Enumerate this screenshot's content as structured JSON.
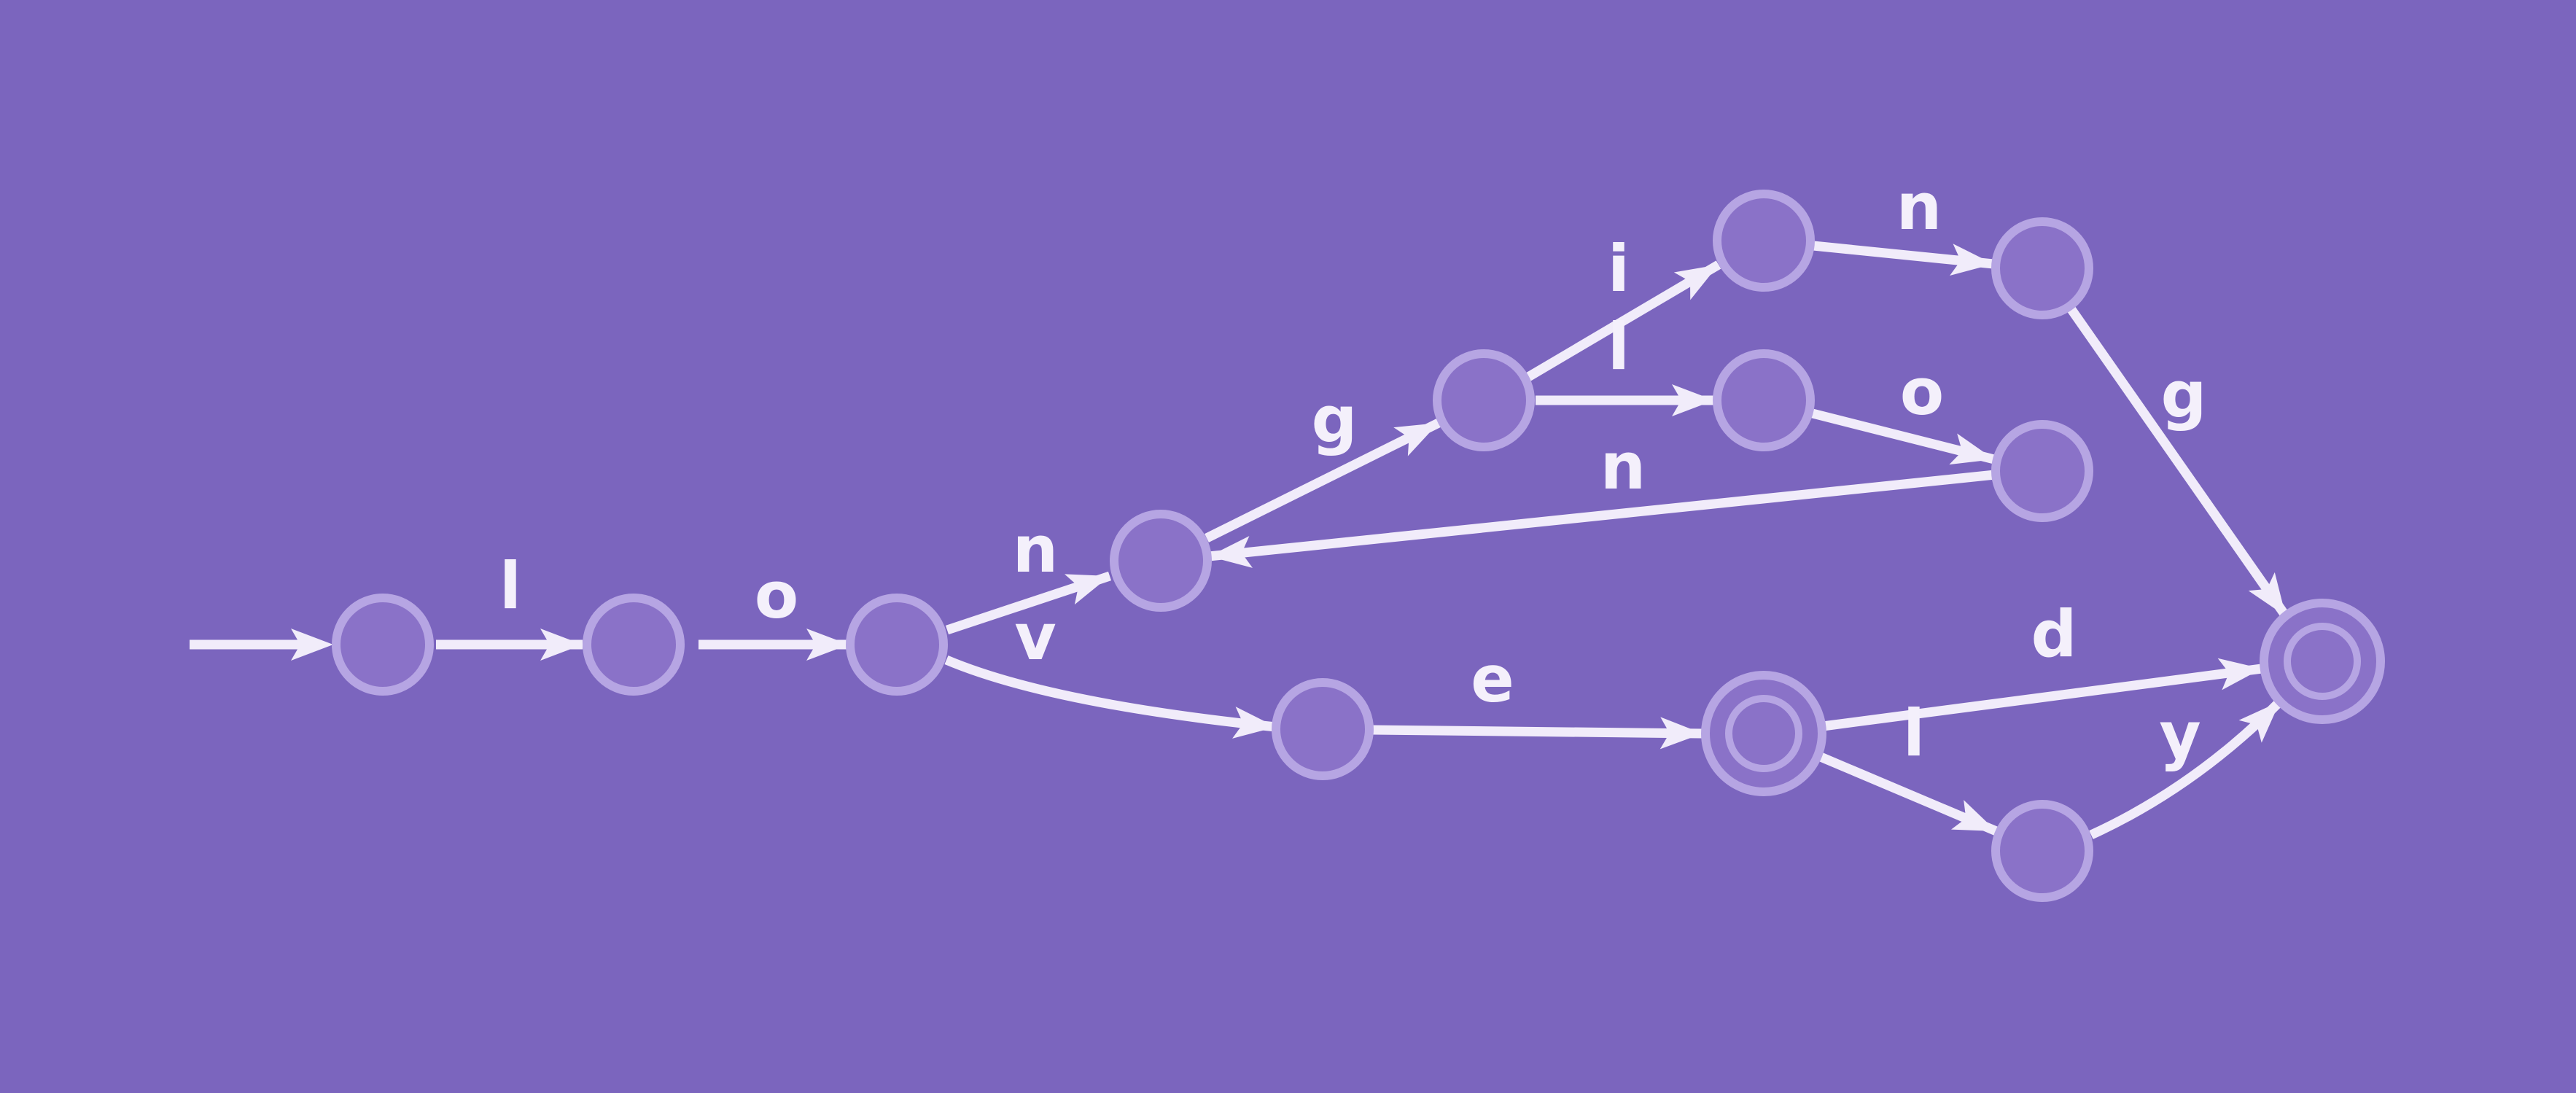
{
  "colors": {
    "background": "#7b65be",
    "edge": "#f1ecfa",
    "state_fill": "#8a72c8",
    "state_stroke": "#b6a5e3",
    "label": "#f4f0fb"
  },
  "diagram": {
    "type": "finite-automaton",
    "states": [
      {
        "id": "s0",
        "accepting": false,
        "initial": true
      },
      {
        "id": "s1",
        "accepting": false
      },
      {
        "id": "s2",
        "accepting": false
      },
      {
        "id": "s3",
        "accepting": false
      },
      {
        "id": "s4",
        "accepting": false
      },
      {
        "id": "s5",
        "accepting": false
      },
      {
        "id": "s6",
        "accepting": false
      },
      {
        "id": "s7",
        "accepting": false
      },
      {
        "id": "s8",
        "accepting": false
      },
      {
        "id": "s9",
        "accepting": false
      },
      {
        "id": "s10",
        "accepting": true
      },
      {
        "id": "s11",
        "accepting": false
      },
      {
        "id": "s12",
        "accepting": true
      }
    ],
    "transitions": [
      {
        "from": "s0",
        "to": "s1",
        "label": "l"
      },
      {
        "from": "s1",
        "to": "s2",
        "label": "o"
      },
      {
        "from": "s2",
        "to": "s3",
        "label": "n"
      },
      {
        "from": "s2",
        "to": "s9",
        "label": "v"
      },
      {
        "from": "s3",
        "to": "s4",
        "label": "g"
      },
      {
        "from": "s4",
        "to": "s5",
        "label": "i"
      },
      {
        "from": "s4",
        "to": "s6",
        "label": "l"
      },
      {
        "from": "s5",
        "to": "s7",
        "label": "n"
      },
      {
        "from": "s6",
        "to": "s8",
        "label": "o"
      },
      {
        "from": "s8",
        "to": "s3",
        "label": "n"
      },
      {
        "from": "s7",
        "to": "s12",
        "label": "g"
      },
      {
        "from": "s9",
        "to": "s10",
        "label": "e"
      },
      {
        "from": "s10",
        "to": "s12",
        "label": "d"
      },
      {
        "from": "s10",
        "to": "s11",
        "label": "l"
      },
      {
        "from": "s11",
        "to": "s12",
        "label": "y"
      }
    ]
  }
}
